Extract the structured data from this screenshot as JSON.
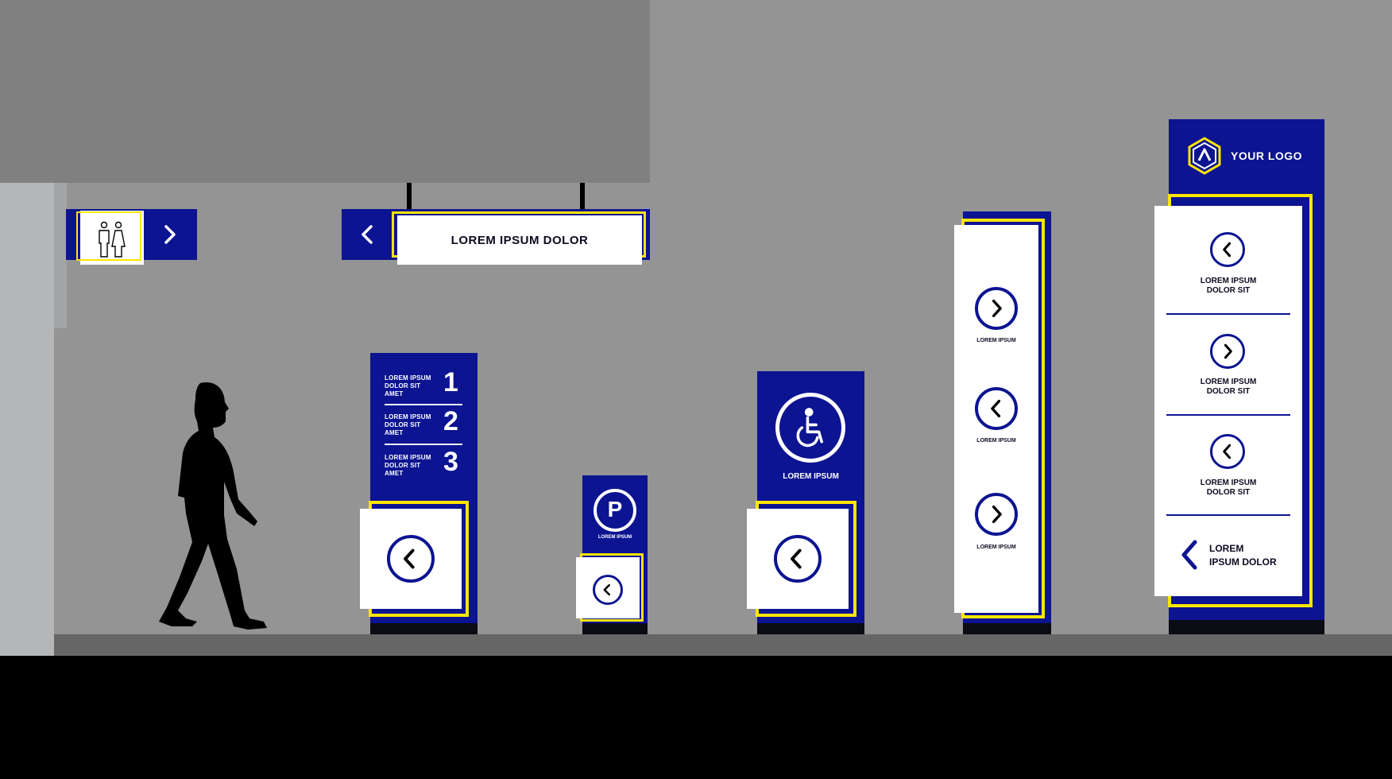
{
  "colors": {
    "wall": "#949494",
    "ceiling": "#808080",
    "pillar": "#b5b6b8",
    "floor_strip": "#666666",
    "ground": "#000000",
    "sign_blue": "#0c1491",
    "accent_yellow": "#ffe600",
    "white": "#ffffff"
  },
  "signs": {
    "hanging_banner": {
      "label": "LOREM IPSUM DOLOR",
      "arrow_icon": "chevron-left-icon"
    },
    "restroom_sign": {
      "icon": "restroom-icon",
      "arrow_icon": "chevron-right-icon"
    },
    "directory_totem": {
      "items": [
        {
          "text": "LOREM IPSUM DOLOR SIT AMET",
          "number": "1"
        },
        {
          "text": "LOREM IPSUM DOLOR SIT AMET",
          "number": "2"
        },
        {
          "text": "LOREM IPSUM DOLOR SIT AMET",
          "number": "3"
        }
      ],
      "arrow_icon": "chevron-left-icon"
    },
    "parking_totem": {
      "symbol": "P",
      "label": "LOREM IPSUM",
      "arrow_icon": "chevron-left-icon"
    },
    "accessibility_totem": {
      "icon": "wheelchair-icon",
      "label": "LOREM IPSUM",
      "arrow_icon": "chevron-left-icon"
    },
    "arrows_pylon": {
      "items": [
        {
          "icon": "chevron-right-icon",
          "label": "LOREM IPSUM"
        },
        {
          "icon": "chevron-left-icon",
          "label": "LOREM IPSUM"
        },
        {
          "icon": "chevron-right-icon",
          "label": "LOREM IPSUM"
        }
      ]
    },
    "logo_pylon": {
      "logo_text": "YOUR LOGO",
      "logo_icon": "hexagon-logo-icon",
      "items": [
        {
          "icon": "chevron-left-icon",
          "line1": "LOREM IPSUM",
          "line2": "DOLOR SIT"
        },
        {
          "icon": "chevron-right-icon",
          "line1": "LOREM IPSUM",
          "line2": "DOLOR SIT"
        },
        {
          "icon": "chevron-left-icon",
          "line1": "LOREM IPSUM",
          "line2": "DOLOR SIT"
        }
      ],
      "footer": {
        "line1": "LOREM",
        "line2": "IPSUM DOLOR",
        "arrow_icon": "chevron-left-icon"
      }
    }
  }
}
